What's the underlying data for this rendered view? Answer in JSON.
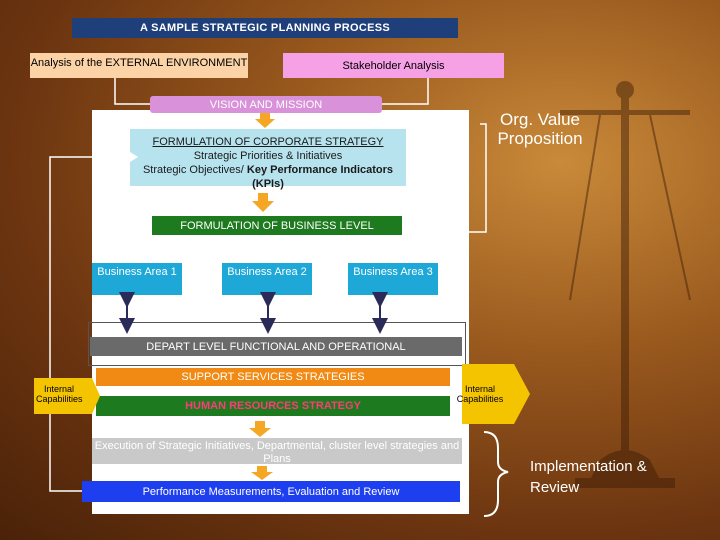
{
  "title": "A SAMPLE STRATEGIC PLANNING PROCESS",
  "external_analysis": "Analysis of the EXTERNAL ENVIRONMENT",
  "stakeholder_analysis": "Stakeholder Analysis",
  "vision_mission": "VISION AND MISSION",
  "corporate": {
    "heading": "FORMULATION OF CORPORATE STRATEGY",
    "line1": "Strategic Priorities & Initiatives",
    "line2_prefix": "Strategic Objectives/ ",
    "line2_bold": "Key Performance Indicators (KPIs)"
  },
  "business_level": "FORMULATION OF BUSINESS LEVEL",
  "business_areas": [
    "Business Area 1",
    "Business Area 2",
    "Business Area 3"
  ],
  "department_level": "DEPART LEVEL FUNCTIONAL AND OPERATIONAL",
  "support_services": "SUPPORT SERVICES STRATEGIES",
  "hr_strategy": "HUMAN RESOURCES STRATEGY",
  "execution": "Execution of Strategic Initiatives, Departmental, cluster level strategies and Plans",
  "performance": "Performance Measurements, Evaluation and Review",
  "internal_left": "Internal Capabilities",
  "internal_right": "Internal Capabilities",
  "org_value": "Org. Value Proposition",
  "implementation": "Implementation & Review",
  "colors": {
    "title_bg": "#1f3f7a",
    "external_bg": "#fcd3a6",
    "stakeholder_bg": "#f6a0e6",
    "vision_bg": "#d992d9",
    "corporate_bg": "#b7e3ef",
    "business_level_bg": "#1e7a1e",
    "business_area_bg": "#1ea8d8",
    "department_bg": "#6a6a6a",
    "support_bg": "#f08a14",
    "hr_bg": "#1e7a1e",
    "hr_text": "#ff3b7a",
    "execution_bg": "#c9c9c9",
    "performance_bg": "#1e3ff0",
    "arrow_orange": "#f5a623",
    "internal_arrow": "#f5c400",
    "background": "#8a4a16"
  }
}
